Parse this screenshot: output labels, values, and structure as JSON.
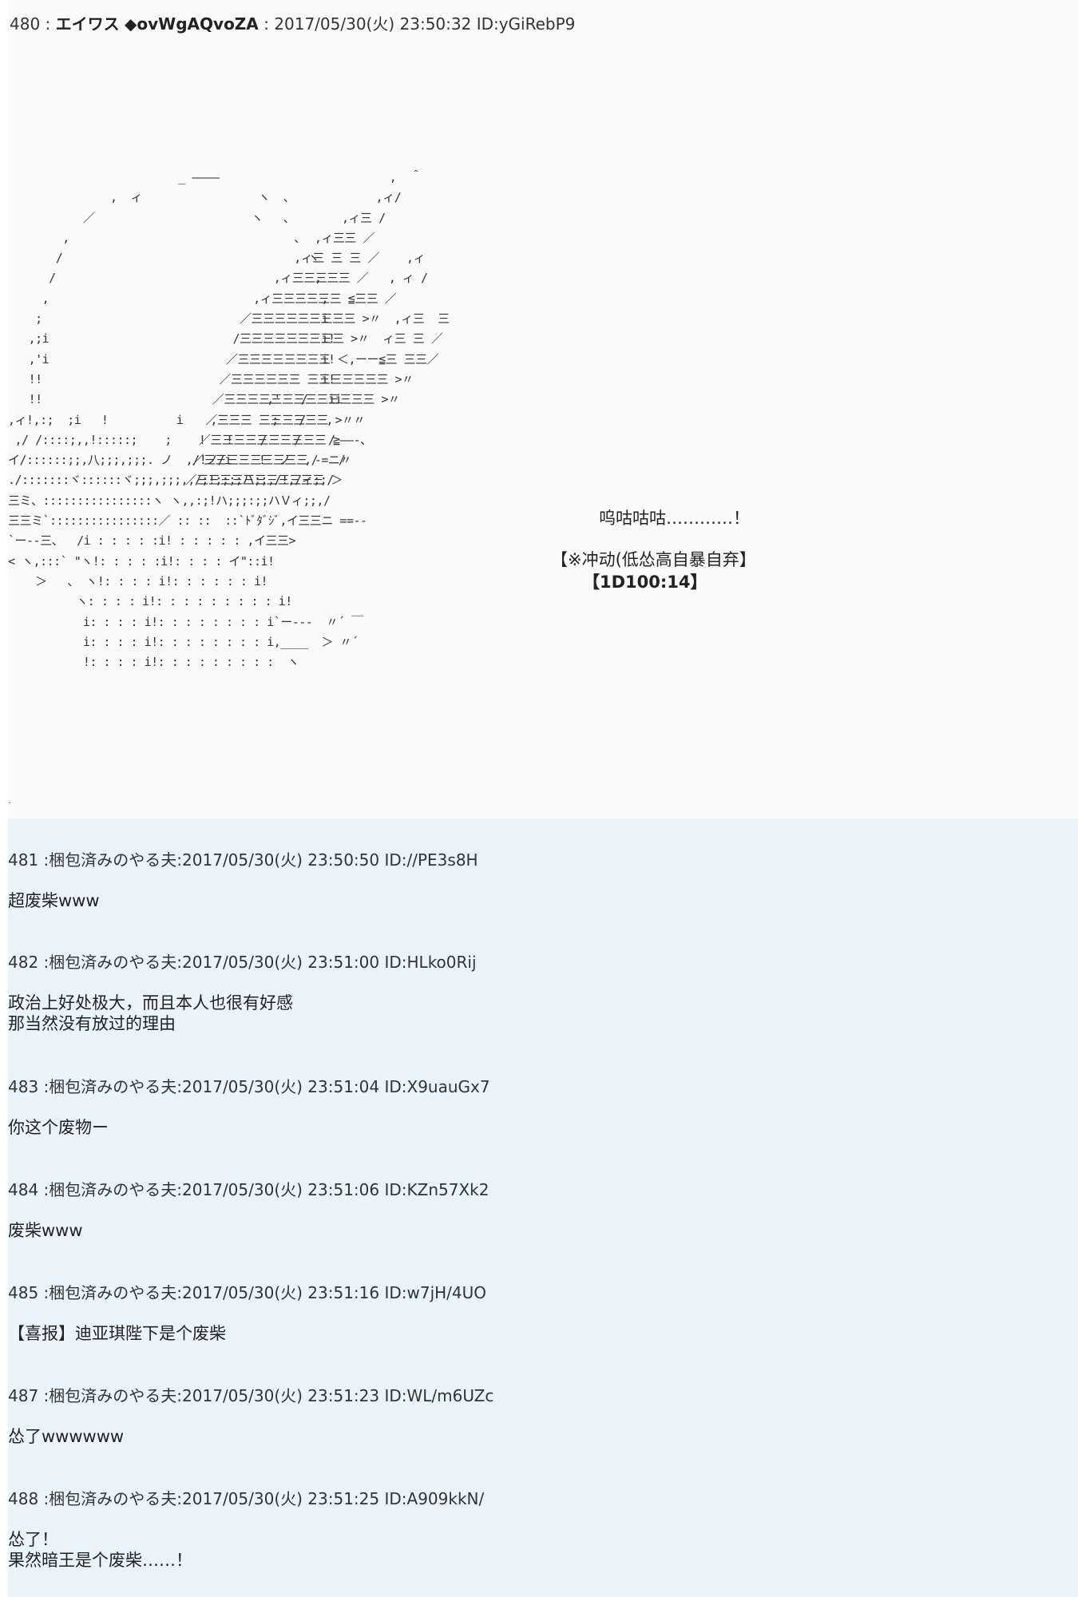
{
  "main_post": {
    "number": "480",
    "name": "エイワス",
    "trip": "◆ovWgAQvoZA",
    "date": "2017/05/30(火) 23:50:32",
    "id": "ID:yGiRebP9",
    "aa_art": "                         _ ――――        \n               ,  ィ                 ヽ  、\n           ／                       ヽ   、\n        ,                                 、\n       /                                    ヽ\n      /                                      ,\n     ,                                        ,\n    ;                                         i\n   ,;i                                        i!\n   ,'i                                        i!\n   !!                                         i!\n   !!                                 ,'   /   ii\n,ィ!,:;  ;i   !          i    ,        ;   /   ,\n ,/ /::::;,,!:::::;    ;    !   !    /    /    /\nイ/::::::;;,八;;;,;;;. ノ  ,/!ノ/i    !  ノ  ,/   /\n./:::::::ヾ::::::ヾ;;;,;;;,,/;!;;;;ハ;;,/!,/ィ;;/\n三ミ、::::::::::::::::ヽ ヽ,,:;!ハ;;;:;;ハＶィ;;,/\n三三ミ`::::::::::::::::／ :: ::  ::`ﾄﾞﾀﾞｼﾞ,イ三三ニ ==--\n`ー--三、  /i : : : : :i! : : : : : ,イ三三>\n< ヽ,:::` \"ヽ!: : : : :i!: : : : イ\"::i!\n    ＞   、 ヽ!: : : : i!: : : : : : i!\n          ヽ: : : : i!: : : : : : : : : i!\n           i: : : : i!: : : : : : : : i`ー---  〃´ ￣\n           i: : : : i!: : : : : : : : i,____  ＞ 〃´\n           !: : : : i!: : : : : : : : :  ヽ",
    "wing_art": "                                                        ,  ＾\n                                                      ,ィ/\n                                                 ,ィ三 /\n                                             ,ィ三三 ／\n                                          ,ィ三 三 三 ／    ,ィ\n                                       ,ィ三三三三三 ／   , ィ /\n                                    ,ィ三三三三三三 ≦三三 ／\n                                  ／三三三三三三三三三 >〃  ,ィ三  三\n                                 /三三三三三三三三三 >〃  ィ三 三 ／\n                                ／三三三三三三三三 ＜,ーー≦三 三三／\n                               ／三三三三三三 三三三三三三三 >〃\n                              ／三三三三三三三三三三三三三 >〃\n                             ／三三三 三三三三三三 >〃〃\n                            ／三三三三三三三三三三 ≧――-、\n                           ／三三三三三三三三三 -=ニ〃\n                          ／三三三三三三三三三三三 ＞",
    "cry": "呜咕咕咕…………！",
    "rule": "【※冲动(低怂高自暴自弃】",
    "roll": "【1D100:14】",
    "dot": "."
  },
  "replies": [
    {
      "number": "481",
      "name": "梱包済みのやる夫",
      "date": "2017/05/30(火) 23:50:50",
      "id": "ID://PE3s8H",
      "body": "超废柴www"
    },
    {
      "number": "482",
      "name": "梱包済みのやる夫",
      "date": "2017/05/30(火) 23:51:00",
      "id": "ID:HLko0Rij",
      "body": "政治上好处极大，而且本人也很有好感\n那当然没有放过的理由"
    },
    {
      "number": "483",
      "name": "梱包済みのやる夫",
      "date": "2017/05/30(火) 23:51:04",
      "id": "ID:X9uauGx7",
      "body": "你这个废物ー"
    },
    {
      "number": "484",
      "name": "梱包済みのやる夫",
      "date": "2017/05/30(火) 23:51:06",
      "id": "ID:KZn57Xk2",
      "body": "废柴www"
    },
    {
      "number": "485",
      "name": "梱包済みのやる夫",
      "date": "2017/05/30(火) 23:51:16",
      "id": "ID:w7jH/4UO",
      "body": "【喜报】迪亚琪陛下是个废柴"
    },
    {
      "number": "487",
      "name": "梱包済みのやる夫",
      "date": "2017/05/30(火) 23:51:23",
      "id": "ID:WL/m6UZc",
      "body": "怂了wwwwww"
    },
    {
      "number": "488",
      "name": "梱包済みのやる夫",
      "date": "2017/05/30(火) 23:51:25",
      "id": "ID:A909kkN/",
      "body": "怂了！\n果然暗王是个废柴……！"
    }
  ]
}
